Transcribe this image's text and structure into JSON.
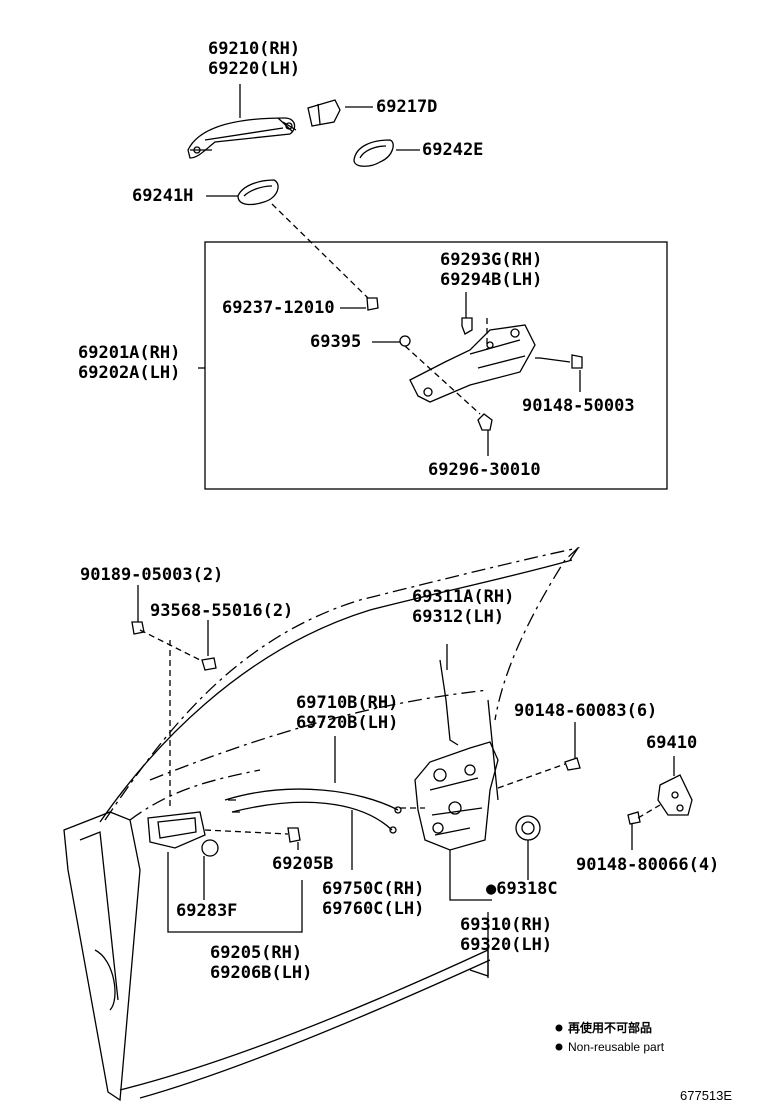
{
  "labels": {
    "p69210": "69210(RH)",
    "p69220": "69220(LH)",
    "p69217d": "69217D",
    "p69242e": "69242E",
    "p69241h": "69241H",
    "p69293g": "69293G(RH)",
    "p69294b": "69294B(LH)",
    "p69237": "69237-12010",
    "p69395": "69395",
    "p69201a": "69201A(RH)",
    "p69202a": "69202A(LH)",
    "p90148_50003": "90148-50003",
    "p69296": "69296-30010",
    "p90189": "90189-05003(2)",
    "p93568": "93568-55016(2)",
    "p69311a": "69311A(RH)",
    "p69312": "69312(LH)",
    "p69710b": "69710B(RH)",
    "p69720b": "69720B(LH)",
    "p90148_60083": "90148-60083(6)",
    "p69410": "69410",
    "p69205b": "69205B",
    "p69283f": "69283F",
    "p69750c": "69750C(RH)",
    "p69760c": "69760C(LH)",
    "p69318c": "●69318C",
    "p90148_80066": "90148-80066(4)",
    "p69310": "69310(RH)",
    "p69320": "69320(LH)",
    "p69205": "69205(RH)",
    "p69206b": "69206B(LH)"
  },
  "legend": {
    "jp": "再使用不可部品",
    "en": "Non-reusable part"
  },
  "diagram_code": "677513E"
}
